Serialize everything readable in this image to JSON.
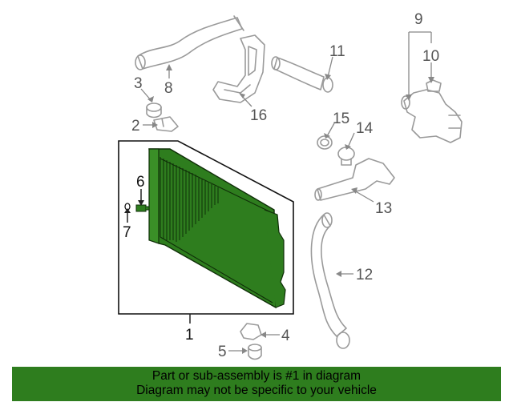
{
  "colors": {
    "highlight": "#2e7d1e",
    "banner_bg": "#2e7d1e",
    "part_outline": "#9a9a9a"
  },
  "callouts": {
    "c1": "1",
    "c2": "2",
    "c3": "3",
    "c4": "4",
    "c5": "5",
    "c6": "6",
    "c7": "7",
    "c8": "8",
    "c9": "9",
    "c10": "10",
    "c11": "11",
    "c12": "12",
    "c13": "13",
    "c14": "14",
    "c15": "15",
    "c16": "16"
  },
  "banner": {
    "line1": "Part or sub-assembly is #1 in diagram",
    "line2": "Diagram may not be specific to your vehicle"
  }
}
